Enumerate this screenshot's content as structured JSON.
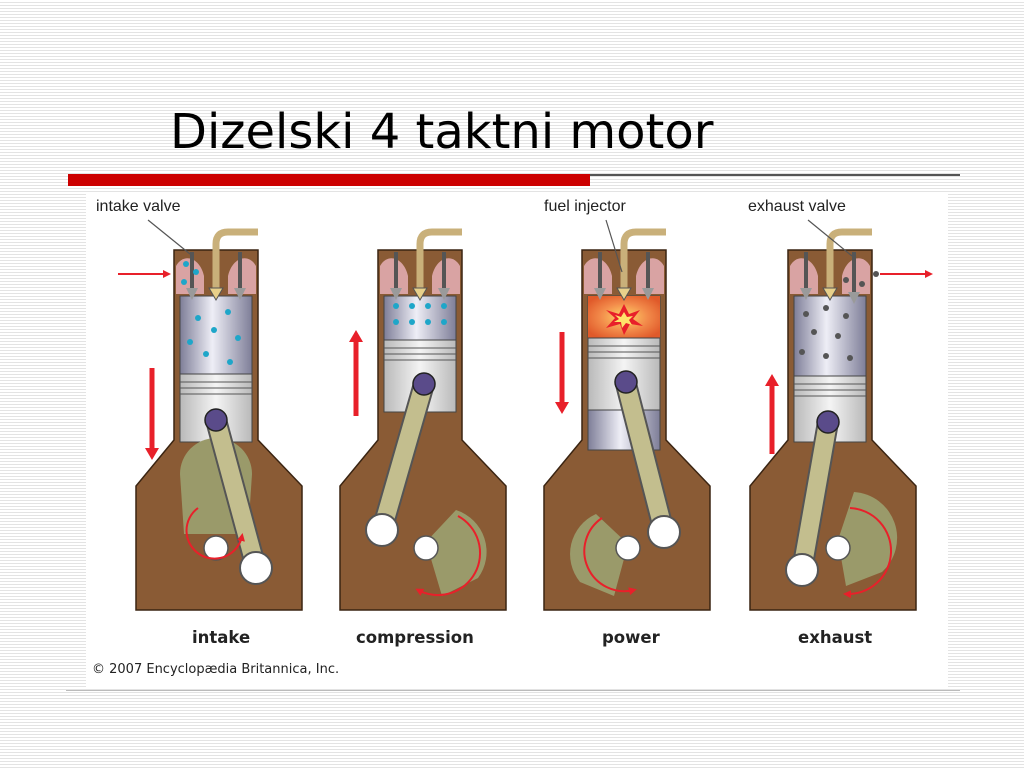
{
  "slide": {
    "title": "Dizelski 4 taktni motor"
  },
  "diagram": {
    "callouts": {
      "intake_valve": "intake valve",
      "fuel_injector": "fuel injector",
      "exhaust_valve": "exhaust valve"
    },
    "strokes": [
      "intake",
      "compression",
      "power",
      "exhaust"
    ],
    "credit": "© 2007 Encyclopædia Britannica, Inc.",
    "colors": {
      "engine_block": "#8a5b35",
      "cylinder_liner": "#8e8ea6",
      "piston": "#d9d9d9",
      "connecting_rod": "#c3be8e",
      "crank_disc": "#9a9a6a",
      "fuel_line": "#c9b07a",
      "intake_charge": "#1ea6c9",
      "exhaust_particles": "#555555",
      "combustion": "#e24a1e",
      "arrow": "#e8202a"
    }
  }
}
